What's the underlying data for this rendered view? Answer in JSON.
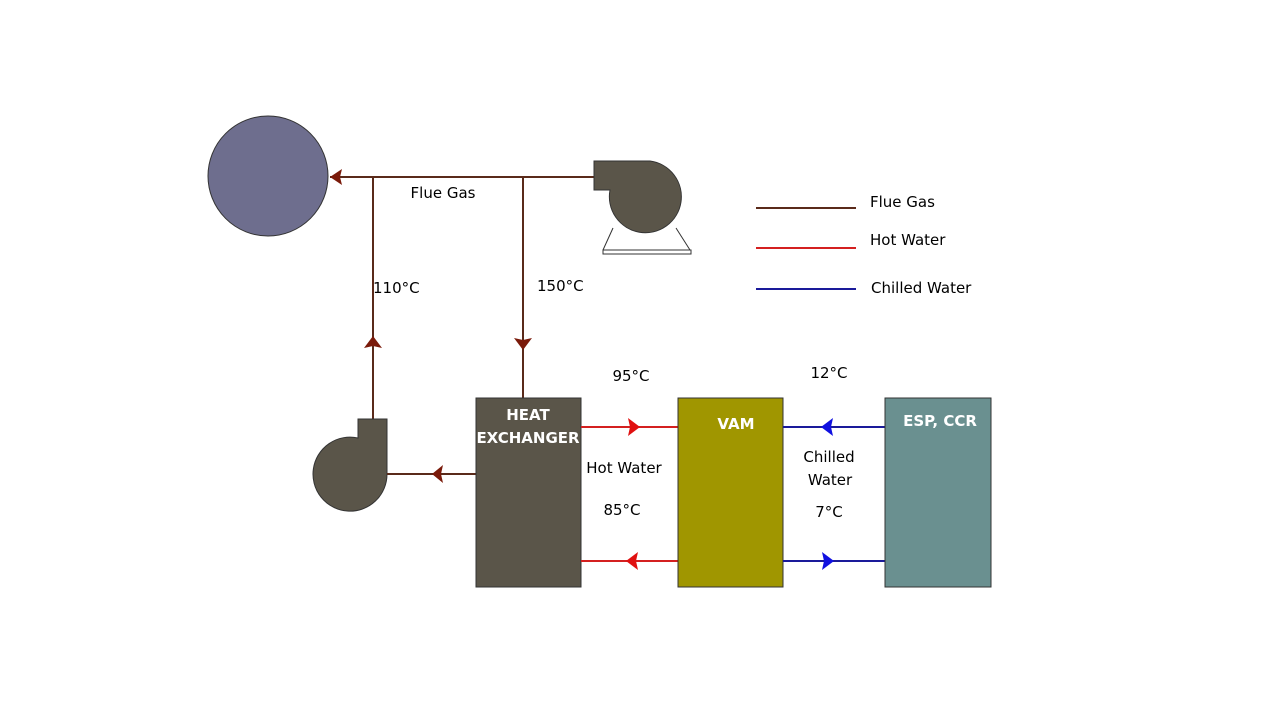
{
  "colors": {
    "flue_gas": "#5a2a1a",
    "hot_water": "#d42020",
    "chilled_water": "#1a1a9a",
    "flue_arrow": "#7a1a0a",
    "stack": "#6e6e8e",
    "fan": "#5a5549",
    "heat_exchanger": "#5a5549",
    "vam": "#a09600",
    "esp_ccr": "#6a9090"
  },
  "labels": {
    "flue_gas_line": "Flue Gas",
    "temp_110": "110°C",
    "temp_150": "150°C",
    "temp_95": "95°C",
    "temp_85": "85°C",
    "temp_12": "12°C",
    "temp_7": "7°C",
    "hot_water": "Hot Water",
    "chilled_water_1": "Chilled",
    "chilled_water_2": "Water"
  },
  "components": {
    "heat_exchanger_1": "HEAT",
    "heat_exchanger_2": "EXCHANGER",
    "vam": "VAM",
    "esp_ccr": "ESP, CCR"
  },
  "legend": [
    {
      "label": "Flue Gas",
      "color": "#5a2a1a"
    },
    {
      "label": "Hot Water",
      "color": "#d42020"
    },
    {
      "label": "Chilled Water",
      "color": "#1a1a9a"
    }
  ]
}
